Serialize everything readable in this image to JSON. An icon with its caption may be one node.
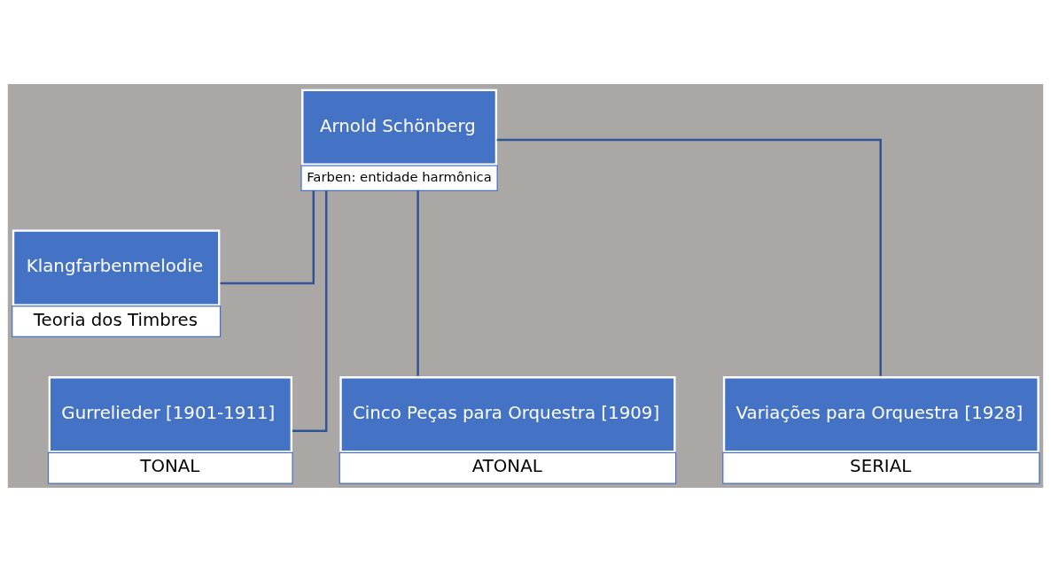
{
  "diagram": {
    "nodes": [
      {
        "text": [
          "Arnold Schönberg",
          "Farben: entidade harmônica"
        ]
      },
      {
        "text": [
          "Klangfarbenmelodie",
          "Teoria dos Timbres"
        ]
      },
      {
        "text": [
          "Gurrelieder [1901-1911]",
          "TONAL"
        ]
      },
      {
        "text": [
          "Cinco Peças para Orquestra [1909]",
          "ATONAL"
        ]
      },
      {
        "text": [
          "Variações para Orquestra [1928]",
          "SERIAL"
        ]
      }
    ],
    "edges": [
      {
        "from": 0,
        "to": 1,
        "arrow": "none"
      },
      {
        "from": 0,
        "to": 2,
        "arrow": "none"
      },
      {
        "from": 0,
        "to": 3,
        "arrow": "none"
      },
      {
        "from": 0,
        "to": 4,
        "arrow": "none"
      }
    ]
  }
}
